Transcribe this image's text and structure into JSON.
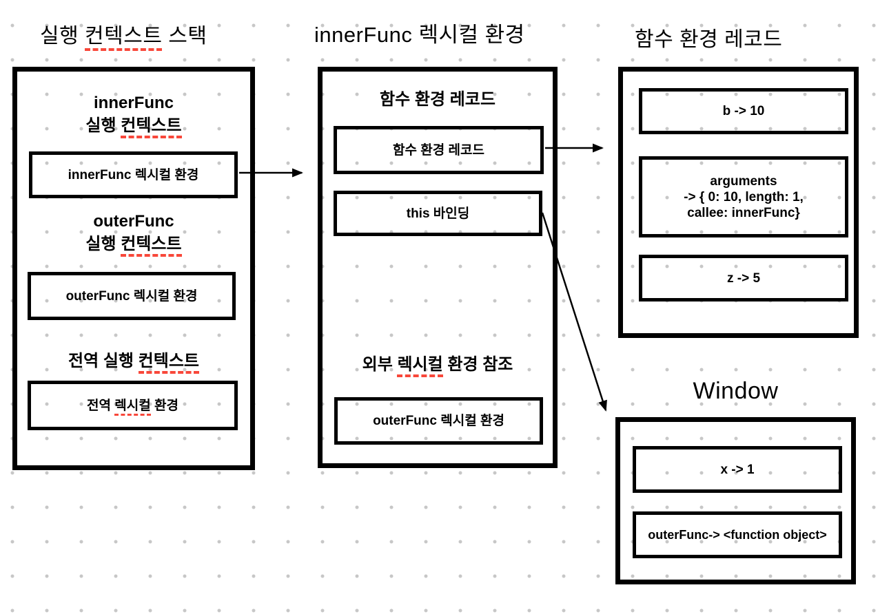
{
  "colors": {
    "ink": "#000000",
    "underline_red": "#f8473a",
    "grid_dot": "#c7c7c7"
  },
  "titles": {
    "left": {
      "prefix": "실행 ",
      "underlined": "컨텍스트",
      "suffix": " 스택"
    },
    "middle": "innerFunc 렉시컬 환경",
    "right": "함수 환경 레코드",
    "window": "Window"
  },
  "left_panel": {
    "heading1": {
      "line1": "innerFunc",
      "line2_prefix": "실행 ",
      "line2_underlined": "컨텍스트"
    },
    "box1": "innerFunc 렉시컬 환경",
    "heading2": {
      "line1": "outerFunc",
      "line2_prefix": "실행 ",
      "line2_underlined": "컨텍스트"
    },
    "box2": "outerFunc 렉시컬 환경",
    "heading3": {
      "prefix": "전역 실행 ",
      "underlined": "컨텍스트"
    },
    "box3": {
      "prefix": "전역 ",
      "underlined": "렉시컬",
      "suffix": " 환경"
    }
  },
  "middle_panel": {
    "heading_top": "함수 환경 레코드",
    "box1": "함수 환경 레코드",
    "box2": "this 바인딩",
    "heading_bottom": {
      "prefix": "외부 ",
      "underlined": "렉시컬",
      "suffix": " 환경 참조"
    },
    "box3": "outerFunc 렉시컬 환경"
  },
  "right_panel": {
    "box1": "b -> 10",
    "box2": {
      "line1": "arguments",
      "line2": "-> { 0: 10, length: 1,",
      "line3": "callee: innerFunc}"
    },
    "box3": "z -> 5"
  },
  "window_panel": {
    "box1": "x -> 1",
    "box2": "outerFunc-> <function object>"
  }
}
